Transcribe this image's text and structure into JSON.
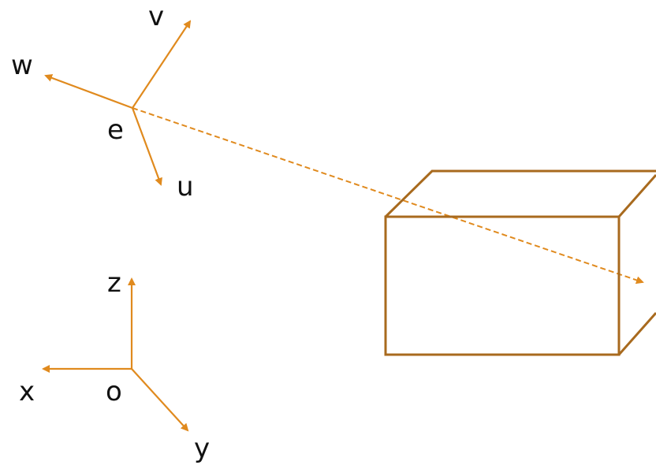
{
  "colors": {
    "axis": "#E08A1E",
    "box": "#A86A1E",
    "text": "#111111",
    "background": "#FFFFFF"
  },
  "camera_frame": {
    "origin_label": "e",
    "axis_labels": {
      "u": "u",
      "v": "v",
      "w": "w"
    }
  },
  "world_frame": {
    "origin_label": "o",
    "axis_labels": {
      "x": "x",
      "y": "y",
      "z": "z"
    }
  }
}
